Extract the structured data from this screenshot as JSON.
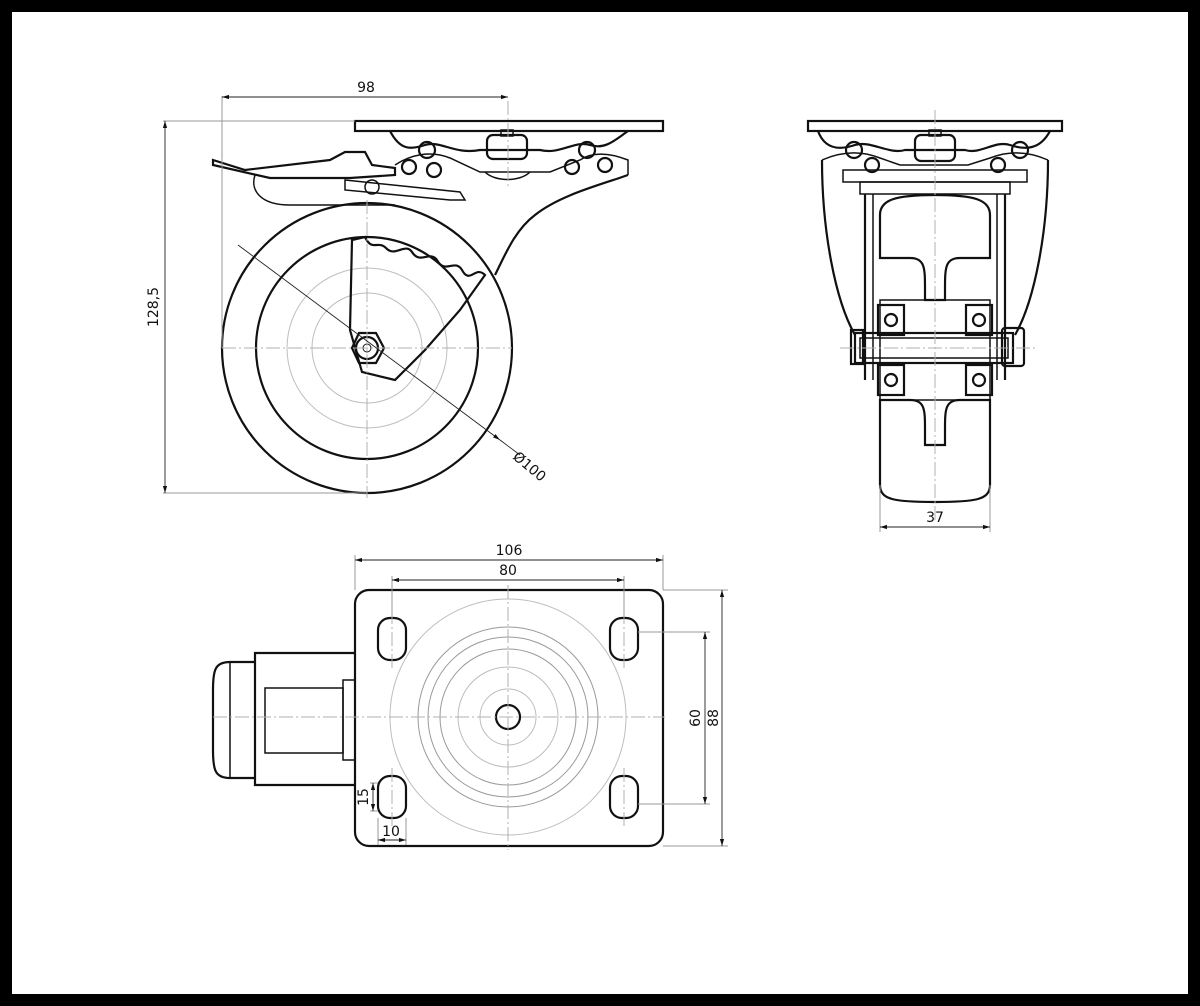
{
  "drawing": {
    "dimensions": {
      "mount_offset": "98",
      "total_height": "128,5",
      "wheel_diameter": "Ø100",
      "wheel_width": "37",
      "plate_width": "106",
      "hole_spacing_x": "80",
      "hole_spacing_y": "60",
      "plate_length": "88",
      "slot_length": "15",
      "slot_width": "10"
    }
  }
}
